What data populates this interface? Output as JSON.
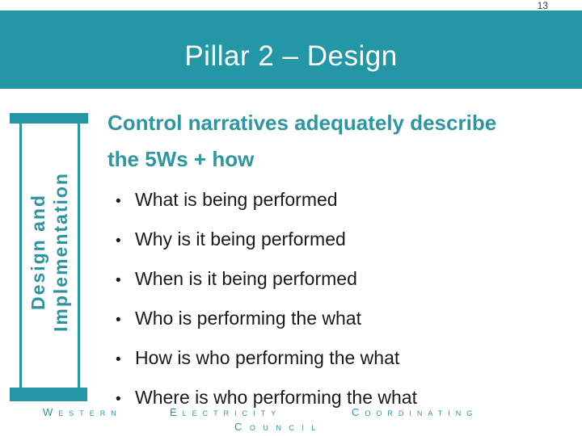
{
  "page_number": "13",
  "header": {
    "title": "Pillar 2 – Design",
    "bar_color": "#2397a6"
  },
  "sidebar": {
    "label_line1": "Design and",
    "label_line2": "Implementation"
  },
  "content": {
    "heading_line1": "Control narratives adequately describe",
    "heading_line2": "the 5Ws + how",
    "bullet_char": "•",
    "bullets": [
      "What is being performed",
      "Why is it being performed",
      "When is it being performed",
      "Who is performing the what",
      "How is who performing the what",
      "Where is who performing the what"
    ]
  },
  "footer": {
    "word1": "Western",
    "word2": "Electricity",
    "word3": "Coordinating",
    "word4": "Council"
  },
  "colors": {
    "teal_accent": "#2397a6",
    "heading_teal": "#2e96a2",
    "body_text": "#1a1a1a",
    "footer_teal": "#35929f"
  }
}
